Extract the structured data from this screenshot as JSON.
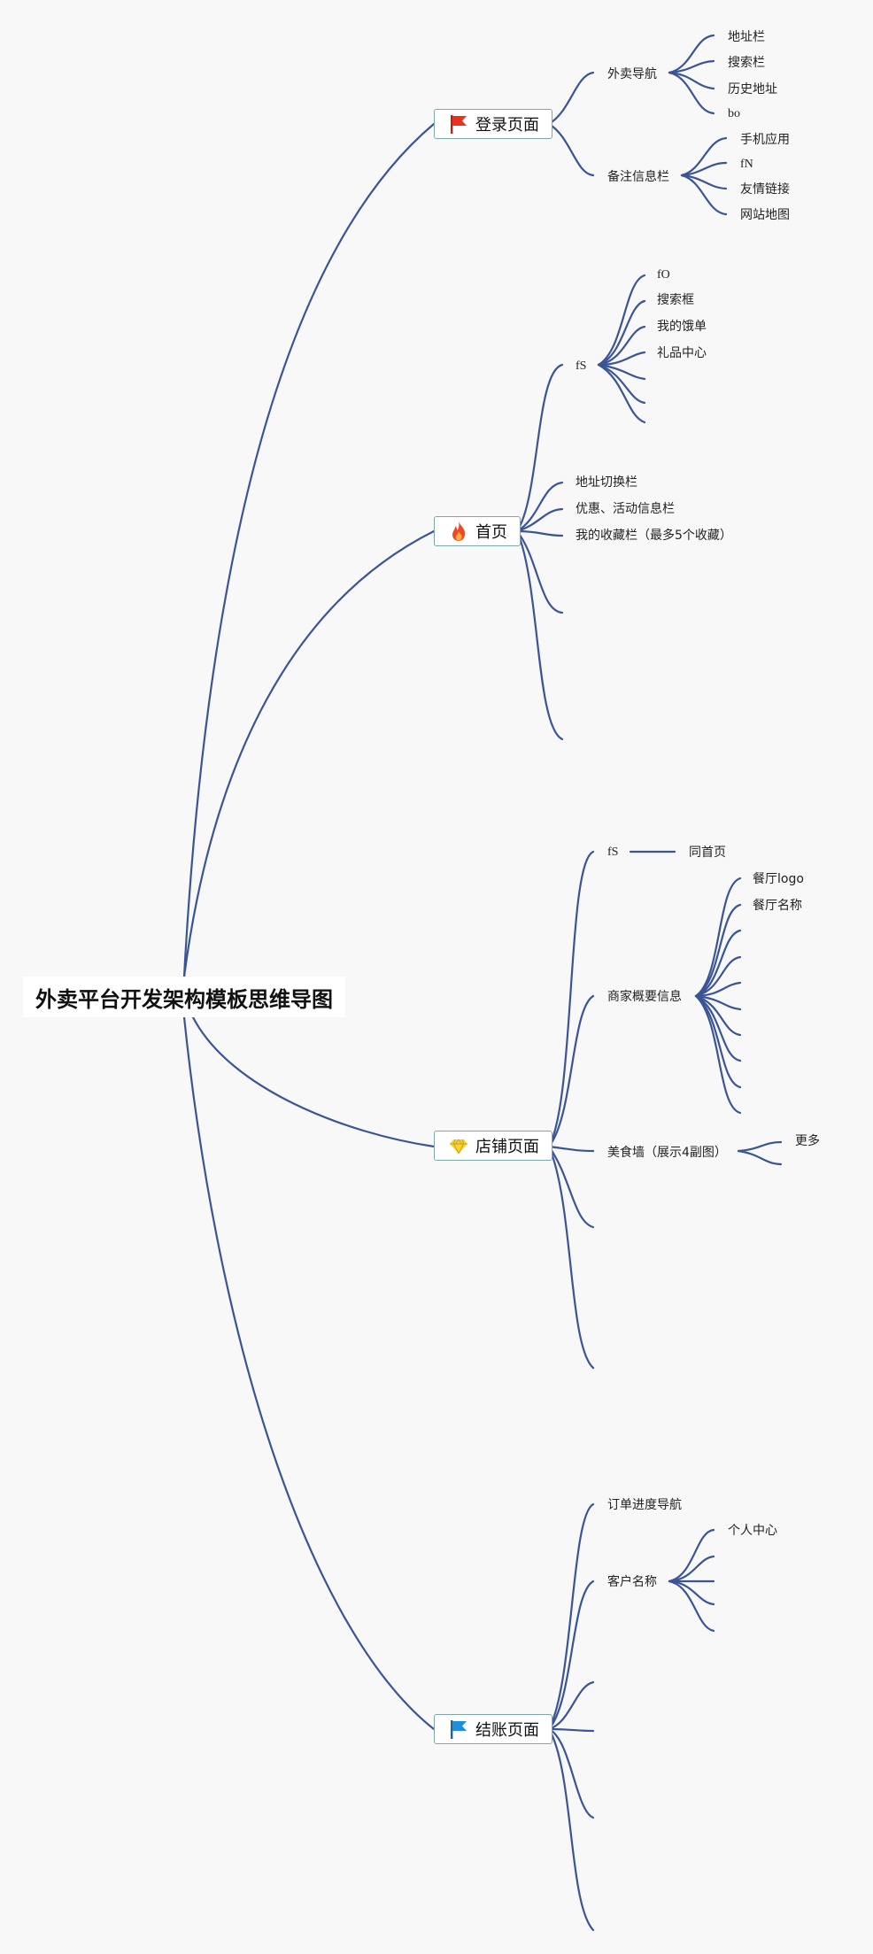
{
  "root": {
    "title": "外卖平台开发架构模板思维导图"
  },
  "branches": [
    {
      "label": "登录页面",
      "icon": "red-flag-icon",
      "children": [
        {
          "label": "外卖导航",
          "children": [
            "地址栏",
            "搜索栏",
            "历史地址",
            "bo"
          ]
        },
        {
          "label": "备注信息栏",
          "children": [
            "手机应用",
            "fN",
            "友情链接",
            "网站地图"
          ]
        }
      ]
    },
    {
      "label": "首页",
      "icon": "fire-icon",
      "children": [
        {
          "label": "fS",
          "children": [
            "fO",
            "搜索框",
            "我的饿单",
            "礼品中心"
          ]
        },
        {
          "label": "地址切换栏"
        },
        {
          "label": "优惠、活动信息栏"
        },
        {
          "label": "我的收藏栏（最多5个收藏）"
        }
      ]
    },
    {
      "label": "店铺页面",
      "icon": "diamond-icon",
      "children": [
        {
          "label": "fS",
          "children": [
            "同首页"
          ]
        },
        {
          "label": "商家概要信息",
          "children": [
            "餐厅logo",
            "餐厅名称"
          ]
        },
        {
          "label": "美食墙（展示4副图）",
          "children": [
            "更多"
          ]
        }
      ]
    },
    {
      "label": "结账页面",
      "icon": "blue-flag-icon",
      "children": [
        {
          "label": "订单进度导航"
        },
        {
          "label": "客户名称",
          "children": [
            "个人中心"
          ]
        }
      ]
    }
  ],
  "colors": {
    "connector": "#3a5496",
    "node_border": "#7aa9a9",
    "background": "#f8f8f9",
    "flag_red": "#e8321e",
    "flag_blue": "#1e8fd8",
    "fire": "#ef4a25",
    "diamond": "#f5d43a"
  }
}
